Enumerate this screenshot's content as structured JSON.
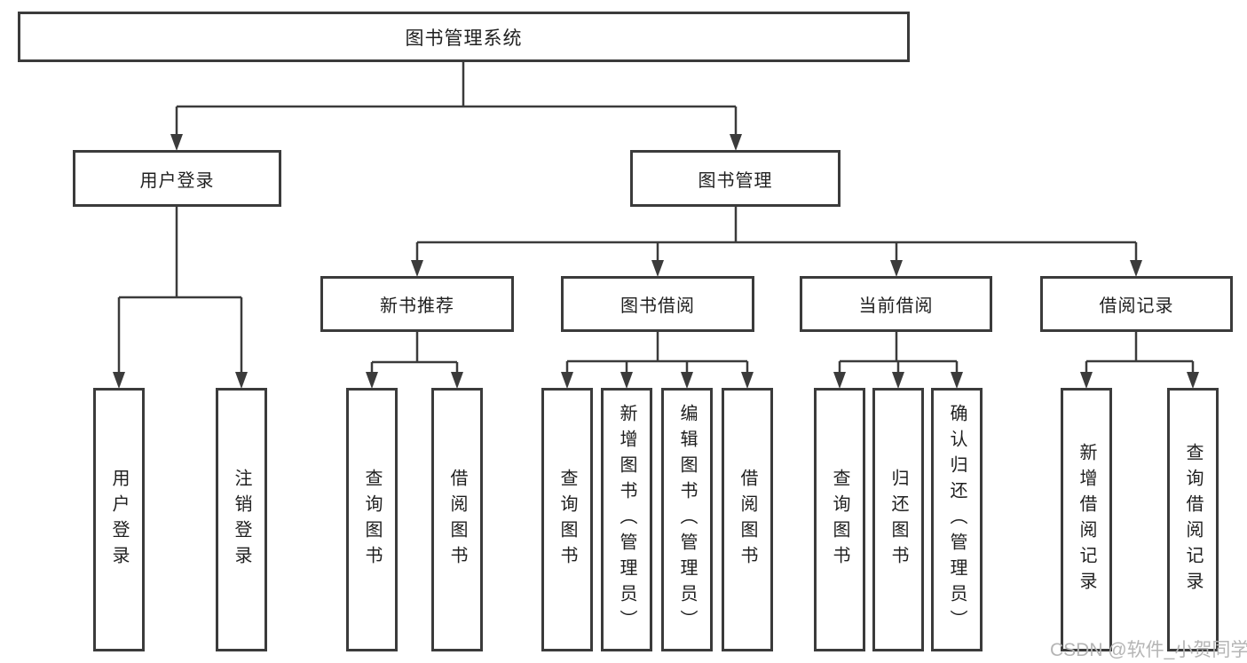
{
  "diagram": {
    "title": "图书管理系统",
    "root": {
      "label": "图书管理系统"
    },
    "level2": [
      {
        "label": "用户登录"
      },
      {
        "label": "图书管理"
      }
    ],
    "level3": [
      {
        "label": "新书推荐"
      },
      {
        "label": "图书借阅"
      },
      {
        "label": "当前借阅"
      },
      {
        "label": "借阅记录"
      }
    ],
    "leaves": {
      "user_login": [
        "用户登录",
        "注销登录"
      ],
      "new_book": [
        "查询图书",
        "借阅图书"
      ],
      "book_borrow": [
        "查询图书",
        "新增图书（管理员）",
        "编辑图书（管理员）",
        "借阅图书"
      ],
      "current_borrow": [
        "查询图书",
        "归还图书",
        "确认归还（管理员）"
      ],
      "borrow_record": [
        "新增借阅记录",
        "查询借阅记录"
      ]
    },
    "colors": {
      "line": "#3b3b3b",
      "text": "#1f1f1f",
      "background": "#ffffff",
      "watermark": "#b5b5b5"
    }
  },
  "watermark": {
    "text": "CSDN @软件_小贺同学"
  }
}
